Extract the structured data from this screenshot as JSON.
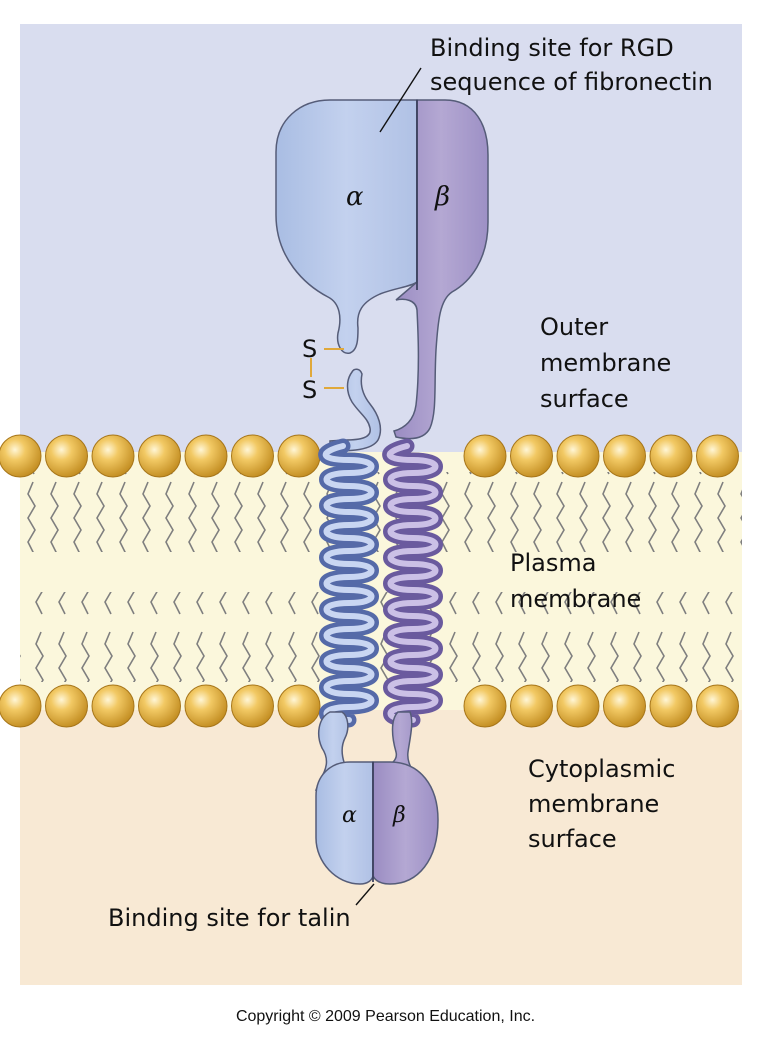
{
  "labels": {
    "rgd_site_line1": "Binding site for RGD",
    "rgd_site_line2": "sequence of fibronectin",
    "alpha_top": "α",
    "beta_top": "β",
    "disulfide_s1": "S",
    "disulfide_s2": "S",
    "outer_line1": "Outer",
    "outer_line2": "membrane",
    "outer_line3": "surface",
    "plasma_line1": "Plasma",
    "plasma_line2": "membrane",
    "cyto_line1": "Cytoplasmic",
    "cyto_line2": "membrane",
    "cyto_line3": "surface",
    "alpha_bottom": "α",
    "beta_bottom": "β",
    "talin_site": "Binding site for talin"
  },
  "copyright": "Copyright © 2009 Pearson Education, Inc.",
  "colors": {
    "outer_bg": "#d9ddef",
    "cyto_bg": "#f8e9d4",
    "bilayer_bg": "#fbf7dc",
    "lipid_head": "#e8b84c",
    "alpha_subunit": "#b3c4e5",
    "beta_subunit": "#a99cc9",
    "disulfide_bond": "#e0a83a"
  }
}
